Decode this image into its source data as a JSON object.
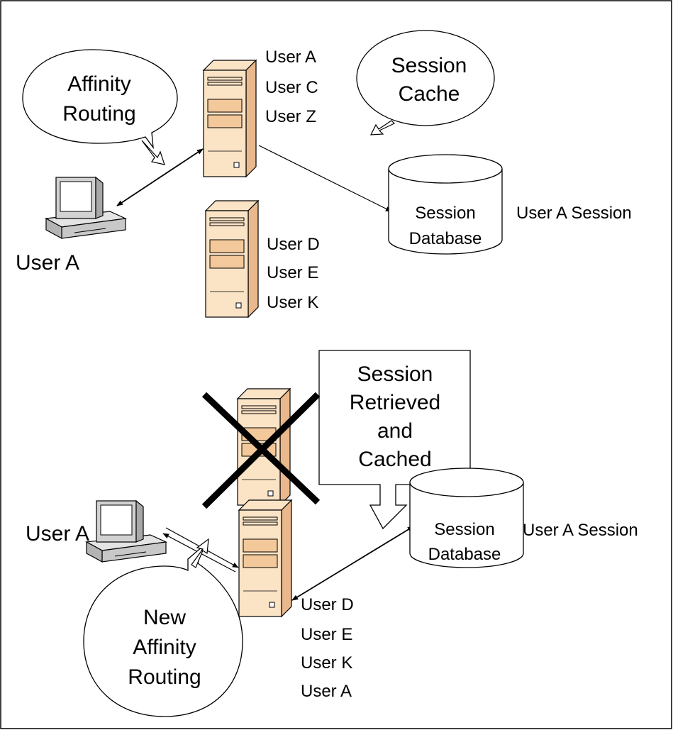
{
  "top": {
    "affinity_bubble": [
      "Affinity",
      "Routing"
    ],
    "cache_bubble": [
      "Session",
      "Cache"
    ],
    "server1_users": [
      "User A",
      "User C",
      "User Z"
    ],
    "server2_users": [
      "User D",
      "User E",
      "User K"
    ],
    "client_label": "User A",
    "db_label": [
      "Session",
      "Database"
    ],
    "db_side_label": "User A Session"
  },
  "bottom": {
    "callout": [
      "Session",
      "Retrieved",
      "and",
      "Cached"
    ],
    "client_label": "User A",
    "new_affinity_bubble": [
      "New",
      "Affinity",
      "Routing"
    ],
    "server_users": [
      "User D",
      "User E",
      "User K",
      "User A"
    ],
    "db_label": [
      "Session",
      "Database"
    ],
    "db_side_label": "User A Session"
  },
  "colors": {
    "server_fill": "#fbe3c6",
    "server_shadow": "#e9b88c",
    "client_fill": "#cfcfcf",
    "screen_fill": "#ffffff"
  }
}
